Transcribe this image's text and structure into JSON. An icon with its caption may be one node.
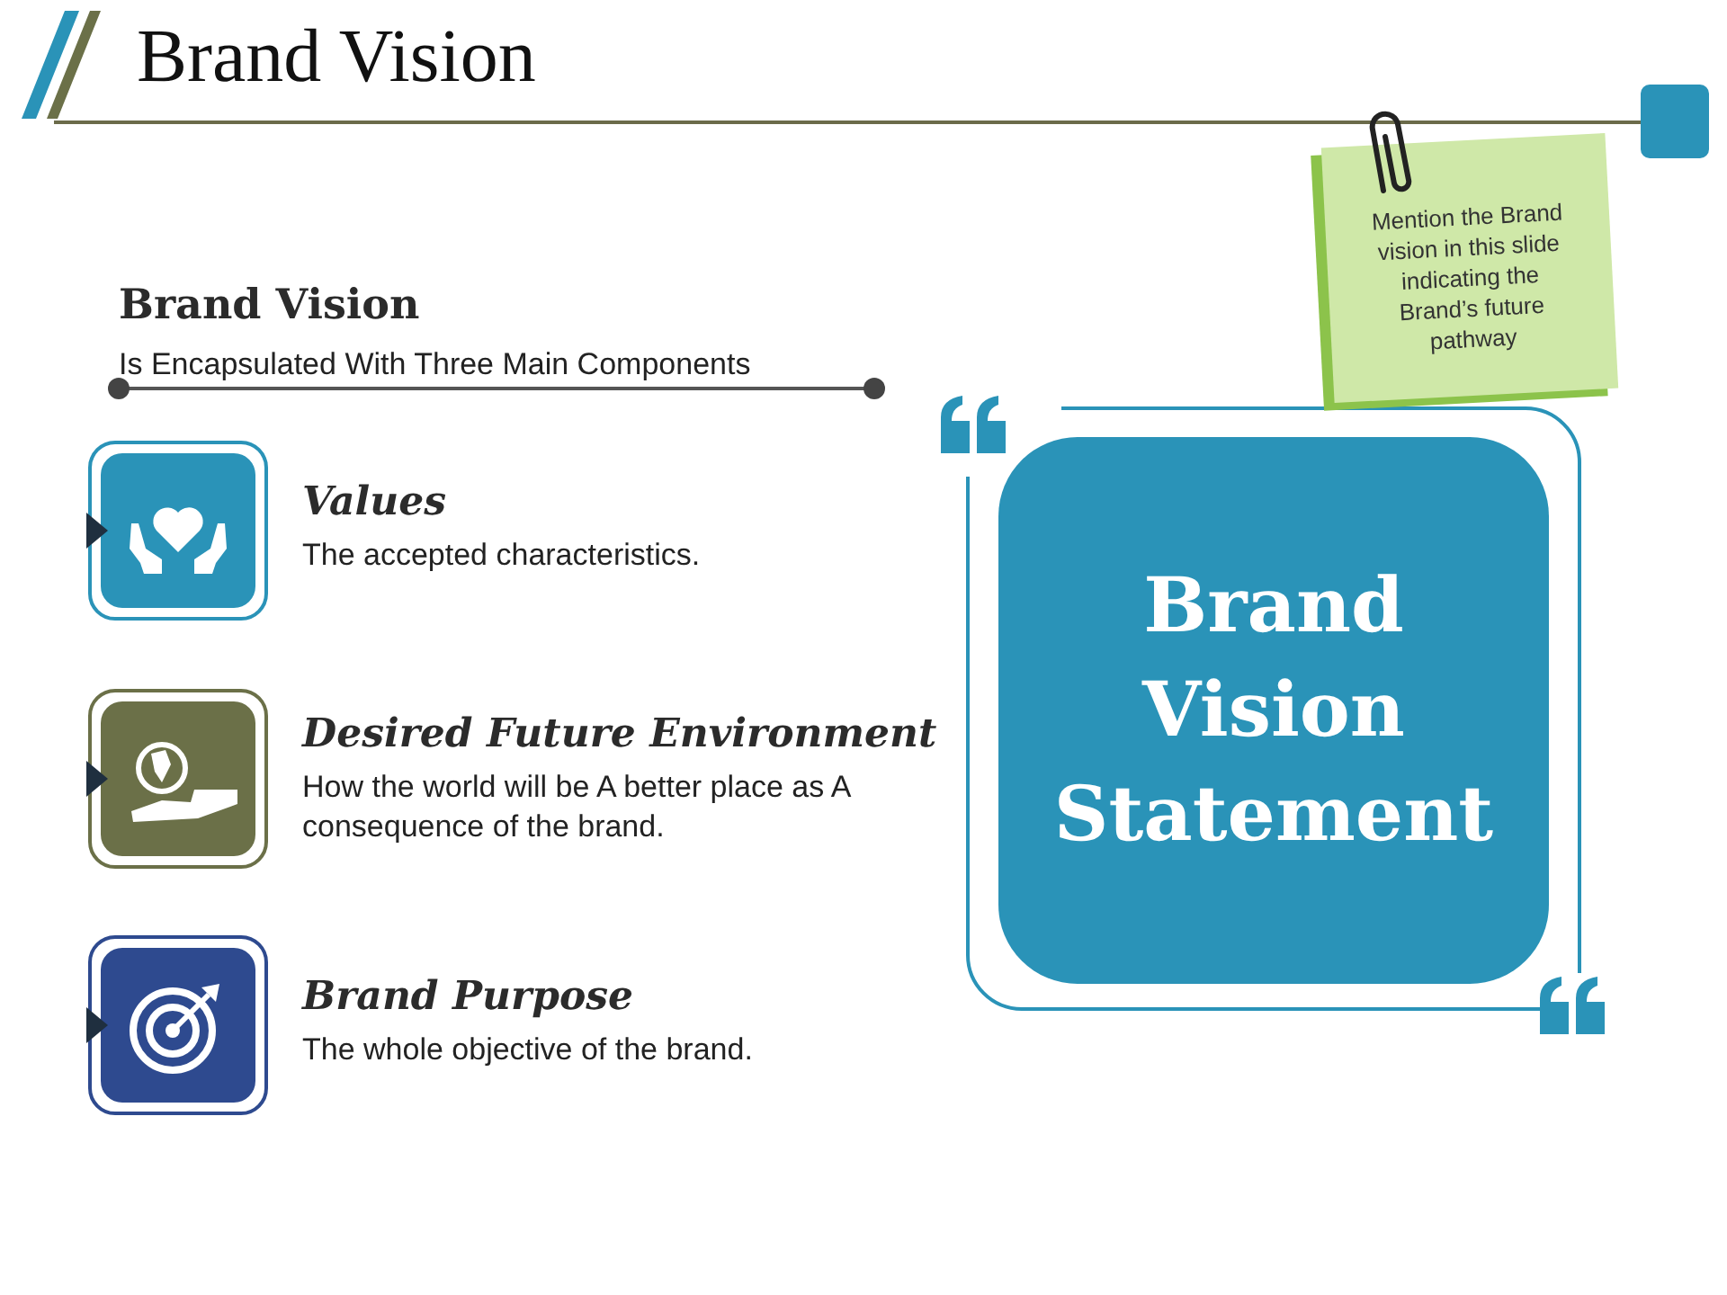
{
  "diagram": {
    "title": "Brand Vision",
    "nodes": [
      {
        "text": [
          "Brand Vision Statement"
        ]
      },
      {
        "text": [
          "Mention the Brand vision in this slide indicating the Brand’s future pathway"
        ]
      }
    ],
    "labels": [
      "Brand Vision",
      "Is Encapsulated With Three Main Components",
      "Values",
      "The accepted characteristics.",
      "Desired Future Environment",
      "How the world will be A better place as A consequence of the brand.",
      "Brand Purpose",
      "The whole objective of the brand."
    ]
  }
}
